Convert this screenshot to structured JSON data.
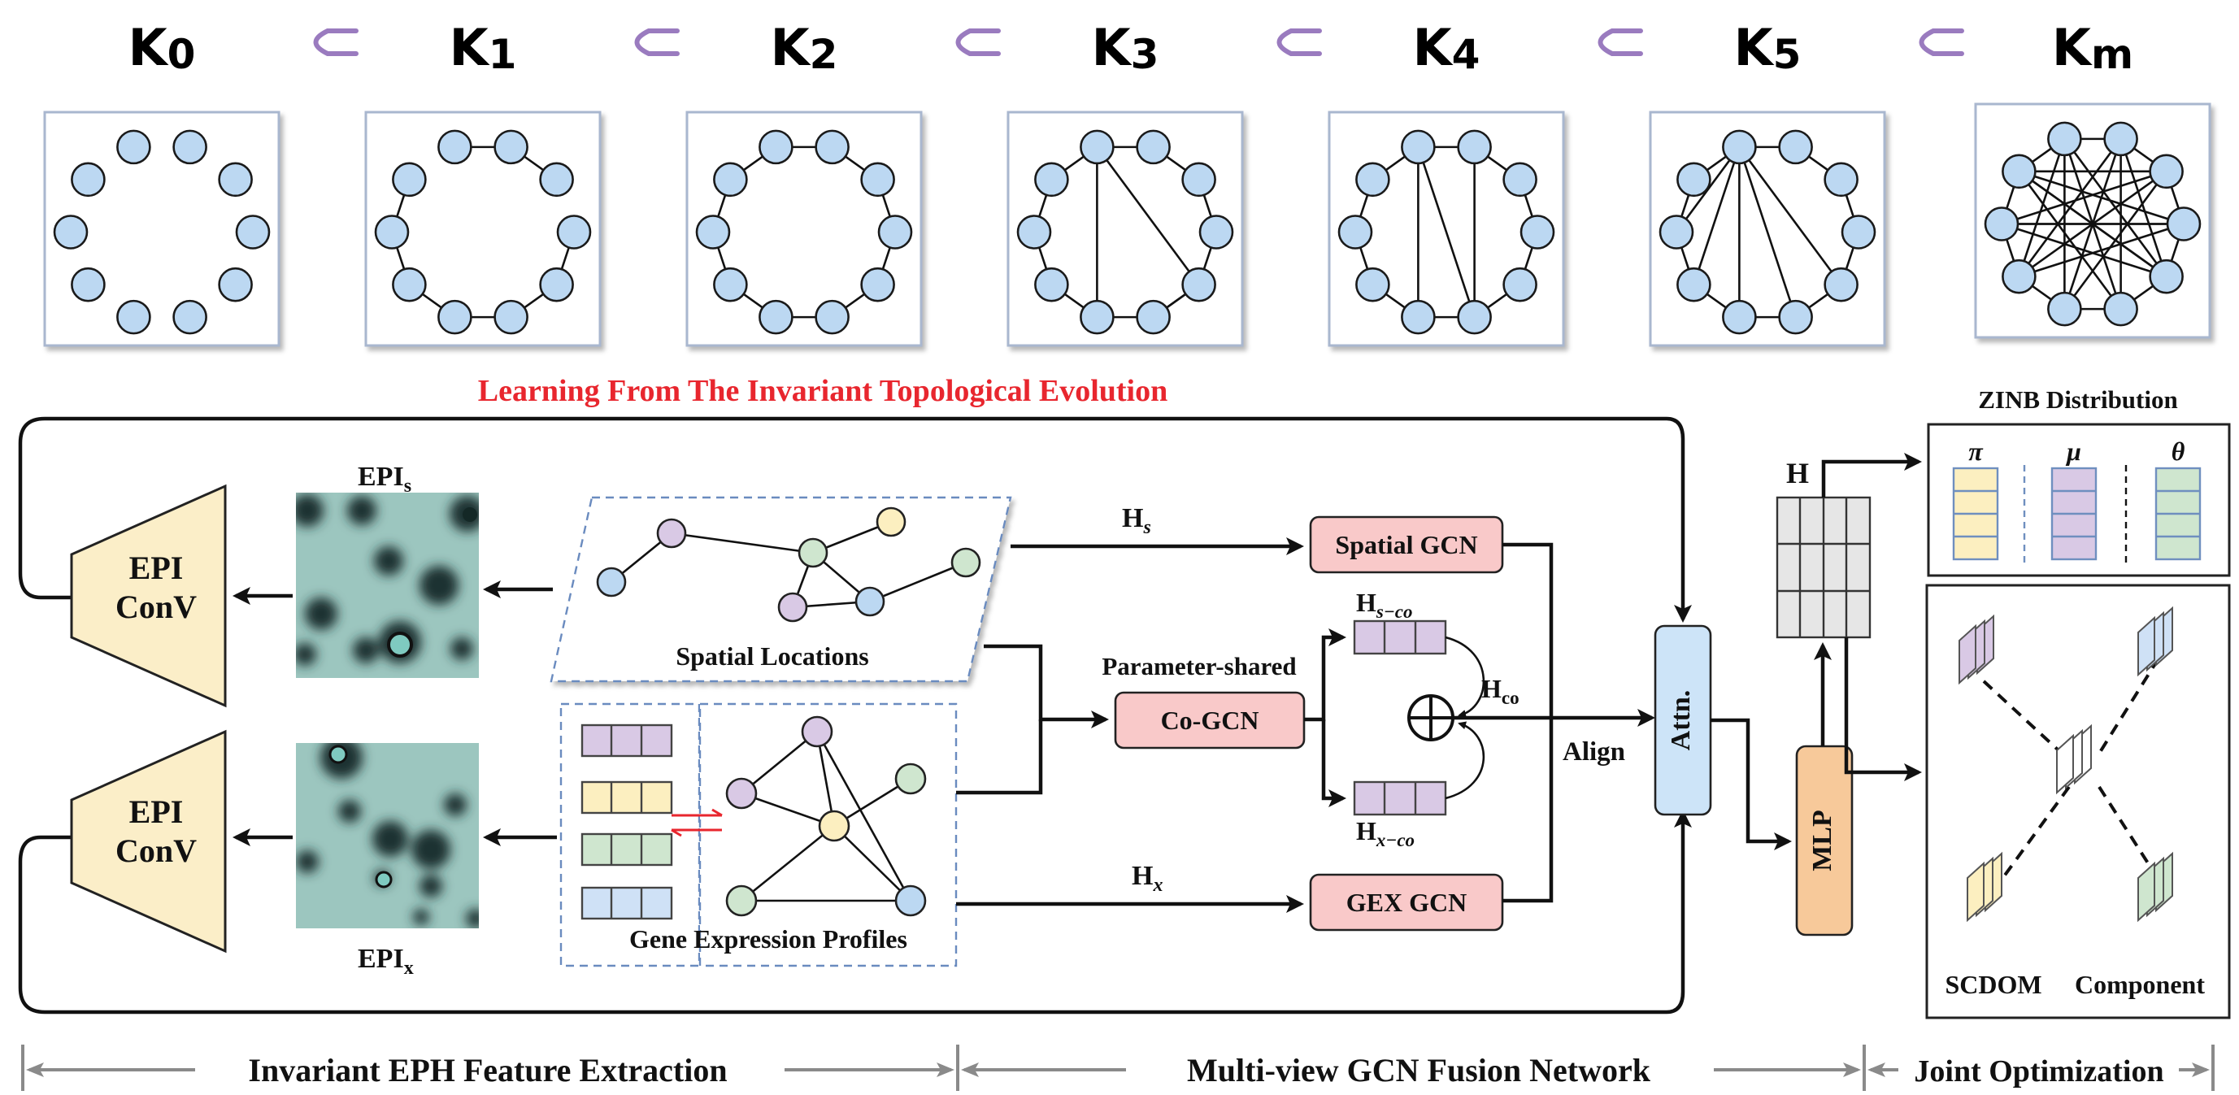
{
  "topology": {
    "stages": [
      "K0",
      "K1",
      "K2",
      "K3",
      "K4",
      "K5",
      "Km"
    ],
    "subset_symbol": "⊂"
  },
  "titles": {
    "learning": "Learning From The Invariant Topological Evolution",
    "zinb": "ZINB Distribution"
  },
  "epi": {
    "top_label": "EPI",
    "top_sub": "s",
    "bottom_label": "EPI",
    "bottom_sub": "x",
    "conv_line1": "EPI",
    "conv_line2": "ConV"
  },
  "inputs": {
    "spatial": "Spatial Locations",
    "gene": "Gene Expression Profiles"
  },
  "gcn": {
    "h_s": "H",
    "h_s_sub": "s",
    "h_x": "H",
    "h_x_sub": "x",
    "spatial_gcn": "Spatial GCN",
    "gex_gcn": "GEX GCN",
    "param_shared": "Parameter-shared",
    "co_gcn": "Co-GCN",
    "h_sco": "H",
    "h_sco_sub": "s−co",
    "h_xco": "H",
    "h_xco_sub": "x−co",
    "h_co": "H",
    "h_co_sub": "co",
    "align": "Align",
    "attn": "Attn.",
    "mlp": "MLP",
    "h": "H"
  },
  "zinb_params": {
    "pi": "π",
    "mu": "μ",
    "theta": "θ"
  },
  "scdom": {
    "label1": "SCDOM",
    "label2": "Component"
  },
  "sections": {
    "left": "Invariant EPH Feature Extraction",
    "middle": "Multi-view GCN Fusion Network",
    "right": "Joint Optimization"
  },
  "colors": {
    "node": "#bcd8f2",
    "gcn_box": "#f9c9c9",
    "attn_box": "#cde4f8",
    "mlp_box": "#f7c99a",
    "trapezoid": "#fbeec8",
    "purple": "#d9c9e5",
    "yellow": "#fcefc0",
    "green": "#cfe6cf",
    "blue": "#cfe1f6",
    "title_red": "#e8262e",
    "heatmap": "#9cc6bf"
  }
}
